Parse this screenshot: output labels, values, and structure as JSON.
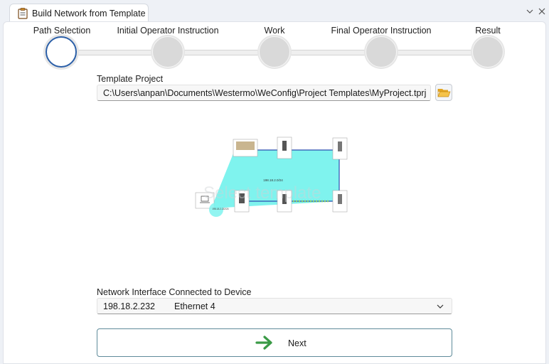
{
  "window": {
    "tab_title": "Build Network from Template",
    "tab_icon": "clipboard-icon",
    "controls": [
      "chevron-down-icon",
      "close-icon"
    ]
  },
  "steps": [
    {
      "label": "Path Selection",
      "active": true
    },
    {
      "label": "Initial Operator Instruction",
      "active": false
    },
    {
      "label": "Work",
      "active": false
    },
    {
      "label": "Final Operator Instruction",
      "active": false
    },
    {
      "label": "Result",
      "active": false
    }
  ],
  "template": {
    "label": "Template Project",
    "path": "C:\\Users\\anpan\\Documents\\Westermo\\WeConfig\\Project Templates\\MyProject.tprj",
    "browse_icon": "folder-open-icon"
  },
  "preview": {
    "watermark": "Select template",
    "subnet_label": "198.18.2.0/24",
    "host_label": "198.18.2.232/24"
  },
  "network_interface": {
    "label": "Network Interface Connected to Device",
    "ip": "198.18.2.232",
    "adapter": "Ethernet 4"
  },
  "next": {
    "label": "Next",
    "icon": "arrow-right-icon"
  },
  "colors": {
    "accent": "#2b5fa8",
    "arrow": "#3a9a46",
    "subnet_fill": "#7ff3ee"
  }
}
